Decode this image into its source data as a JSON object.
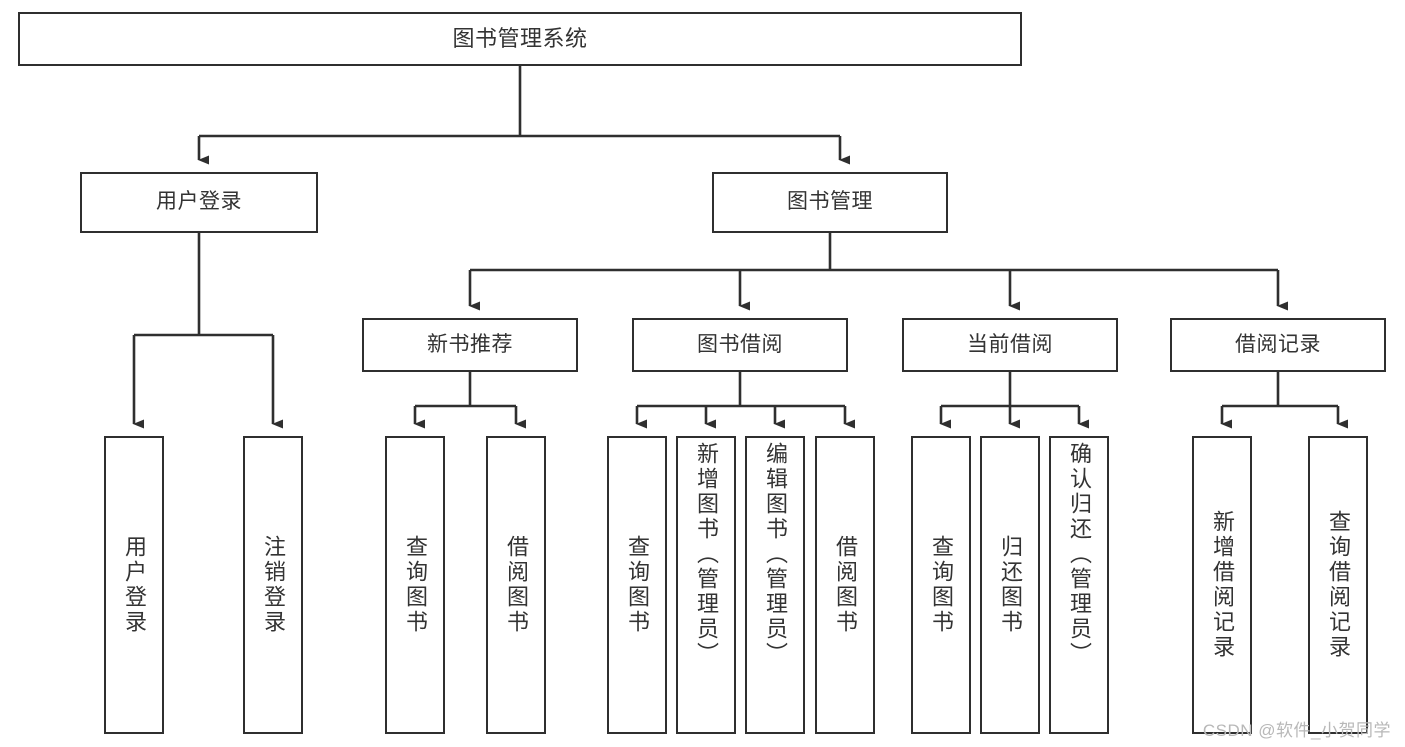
{
  "diagram": {
    "type": "tree-hierarchy",
    "title": "图书管理系统",
    "orientation": "top-down",
    "colors": {
      "box_border": "#2f2f2f",
      "box_fill": "#ffffff",
      "text": "#333333",
      "connector": "#2f2f2f",
      "background": "#ffffff",
      "watermark": "#b8b8b8"
    },
    "levels": {
      "level1": [
        {
          "id": "root",
          "label": "图书管理系统",
          "text_direction": "horizontal"
        }
      ],
      "level2": [
        {
          "id": "login",
          "label": "用户登录",
          "text_direction": "horizontal"
        },
        {
          "id": "bookmgmt",
          "label": "图书管理",
          "text_direction": "horizontal"
        }
      ],
      "level3": [
        {
          "id": "newbook",
          "label": "新书推荐",
          "text_direction": "horizontal"
        },
        {
          "id": "borrow",
          "label": "图书借阅",
          "text_direction": "horizontal"
        },
        {
          "id": "current",
          "label": "当前借阅",
          "text_direction": "horizontal"
        },
        {
          "id": "records",
          "label": "借阅记录",
          "text_direction": "horizontal"
        }
      ],
      "level4": [
        {
          "id": "leaf-user-login",
          "label": "用户登录",
          "parent": "login",
          "text_direction": "vertical"
        },
        {
          "id": "leaf-user-logout",
          "label": "注销登录",
          "parent": "login",
          "text_direction": "vertical"
        },
        {
          "id": "leaf-query-book-1",
          "label": "查询图书",
          "parent": "newbook",
          "text_direction": "vertical"
        },
        {
          "id": "leaf-borrow-book-1",
          "label": "借阅图书",
          "parent": "newbook",
          "text_direction": "vertical"
        },
        {
          "id": "leaf-query-book-2",
          "label": "查询图书",
          "parent": "borrow",
          "text_direction": "vertical"
        },
        {
          "id": "leaf-add-book",
          "label": "新增图书（管理员）",
          "parent": "borrow",
          "text_direction": "vertical"
        },
        {
          "id": "leaf-edit-book",
          "label": "编辑图书（管理员）",
          "parent": "borrow",
          "text_direction": "vertical"
        },
        {
          "id": "leaf-borrow-book-2",
          "label": "借阅图书",
          "parent": "borrow",
          "text_direction": "vertical"
        },
        {
          "id": "leaf-query-book-3",
          "label": "查询图书",
          "parent": "current",
          "text_direction": "vertical"
        },
        {
          "id": "leaf-return-book",
          "label": "归还图书",
          "parent": "current",
          "text_direction": "vertical"
        },
        {
          "id": "leaf-confirm-return",
          "label": "确认归还（管理员）",
          "parent": "current",
          "text_direction": "vertical"
        },
        {
          "id": "leaf-add-record",
          "label": "新增借阅记录",
          "parent": "records",
          "text_direction": "vertical"
        },
        {
          "id": "leaf-query-record",
          "label": "查询借阅记录",
          "parent": "records",
          "text_direction": "vertical"
        }
      ]
    },
    "watermark": "CSDN @软件_小贺同学"
  }
}
